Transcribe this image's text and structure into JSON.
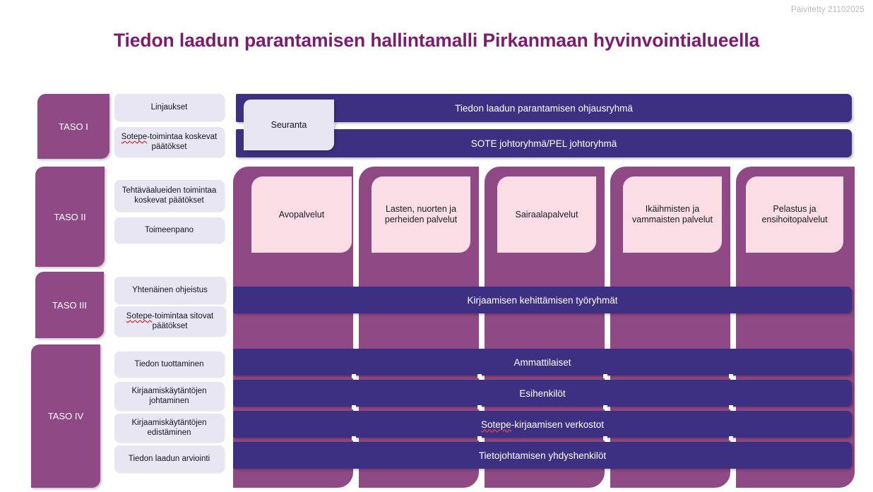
{
  "header": {
    "updated": "Päivitetty 21102025",
    "title": "Tiedon laadun parantamisen hallintamalli Pirkanmaan hyvinvointialueella"
  },
  "colors": {
    "brand_purple": "#8F4A86",
    "dark_indigo": "#3D3083",
    "pink": "#FBDDE6",
    "lavender": "#E8E6F3",
    "title_purple": "#7D1B6E"
  },
  "levels": [
    {
      "label": "TASO I"
    },
    {
      "label": "TASO II"
    },
    {
      "label": "TASO III"
    },
    {
      "label": "TASO IV"
    }
  ],
  "chips": [
    {
      "label": "Linjaukset",
      "underlined": ""
    },
    {
      "label": "-toimintaa koskevat päätökset",
      "underlined": "Sotepe"
    },
    {
      "label": "Tehtäväalueiden toimintaa koskevat päätökset",
      "underlined": ""
    },
    {
      "label": "Toimeenpano",
      "underlined": ""
    },
    {
      "label": "Yhtenäinen ohjeistus",
      "underlined": ""
    },
    {
      "label": "-toimintaa sitovat päätökset",
      "underlined": "Sotepe"
    },
    {
      "label": "Tiedon tuottaminen",
      "underlined": ""
    },
    {
      "label": "Kirjaamiskäytäntöjen johtaminen",
      "underlined": ""
    },
    {
      "label": "Kirjaamiskäytäntöjen edistäminen",
      "underlined": ""
    },
    {
      "label": "Tiedon laadun arviointi",
      "underlined": ""
    }
  ],
  "services": [
    {
      "label": "Avopalvelut"
    },
    {
      "label": "Lasten, nuorten ja perheiden palvelut"
    },
    {
      "label": "Sairaalapalvelut"
    },
    {
      "label": "Ikäihmisten ja vammaisten palvelut"
    },
    {
      "label": "Pelastus ja ensihoitopalvelut"
    }
  ],
  "bars": [
    {
      "label": "Tiedon laadun parantamisen ohjausryhmä",
      "underlined": ""
    },
    {
      "label": "SOTE johtoryhmä/PEL johtoryhmä",
      "underlined": ""
    },
    {
      "label": "Kirjaamisen kehittämisen työryhmät",
      "underlined": ""
    },
    {
      "label": "Ammattilaiset",
      "underlined": ""
    },
    {
      "label": "Esihenkilöt",
      "underlined": ""
    },
    {
      "label": "-kirjaamisen verkostot",
      "underlined": "Sotepe"
    },
    {
      "label": "Tietojohtamisen yhdyshenkilöt",
      "underlined": ""
    }
  ],
  "overlay": {
    "seuranta_label": "Seuranta"
  }
}
